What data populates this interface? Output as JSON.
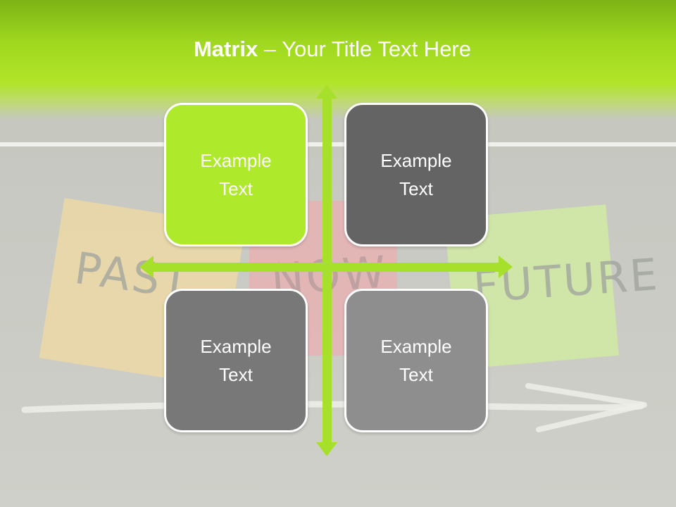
{
  "slide": {
    "title_bold": "Matrix",
    "title_rest": " – Your Title Text Here"
  },
  "background": {
    "chalk_words": [
      "PAST",
      "NOW",
      "FUTURE"
    ]
  },
  "matrix": {
    "cells": [
      {
        "text": "Example\nText",
        "color": "#aee92c"
      },
      {
        "text": "Example\nText",
        "color": "#646464"
      },
      {
        "text": "Example\nText",
        "color": "#787878"
      },
      {
        "text": "Example\nText",
        "color": "#8e8e8e"
      }
    ],
    "axis_color": "#a6e02a"
  },
  "colors": {
    "header_green": "#9fd81e"
  }
}
